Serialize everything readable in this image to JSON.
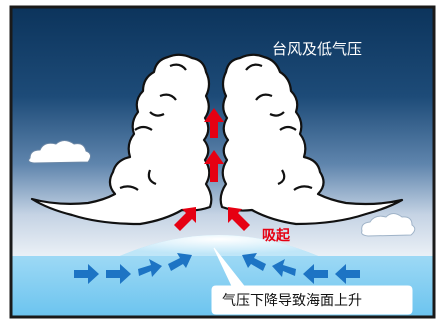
{
  "title": "台风及低气压",
  "suction_label": "吸起",
  "callout_text": "气压下降导致海面上升",
  "colors": {
    "sky_top": "#0d3a63",
    "sky_mid": "#3f6d99",
    "sky_bottom": "#dfe7f1",
    "sea": "#7fcdf2",
    "sea_bulge": "#e8f6fd",
    "frame": "#1a1a1a",
    "cloud_fill": "#ffffff",
    "cloud_outline": "#111111",
    "red_arrow": "#e60012",
    "blue_arrow": "#1d74c4"
  },
  "icons": {
    "up_arrow": "red-up-arrow-icon",
    "suction_arrow": "red-diagonal-arrow-icon",
    "wind_arrow": "blue-right-arrow-icon"
  }
}
